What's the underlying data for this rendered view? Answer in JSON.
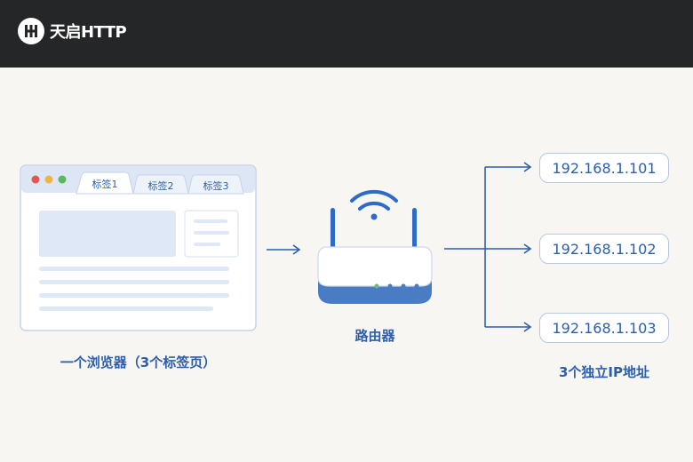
{
  "header": {
    "brand": "天启HTTP",
    "logo_icon": "tq-logo-icon"
  },
  "browser": {
    "tabs": [
      "标签1",
      "标签2",
      "标签3"
    ],
    "caption": "一个浏览器（3个标签页）"
  },
  "router": {
    "caption": "路由器"
  },
  "ips": {
    "items": [
      "192.168.1.101",
      "192.168.1.102",
      "192.168.1.103"
    ],
    "caption": "3个独立IP地址"
  },
  "colors": {
    "accent": "#2b5fad",
    "header_bg": "#252628",
    "page_bg": "#f8f6f3"
  }
}
